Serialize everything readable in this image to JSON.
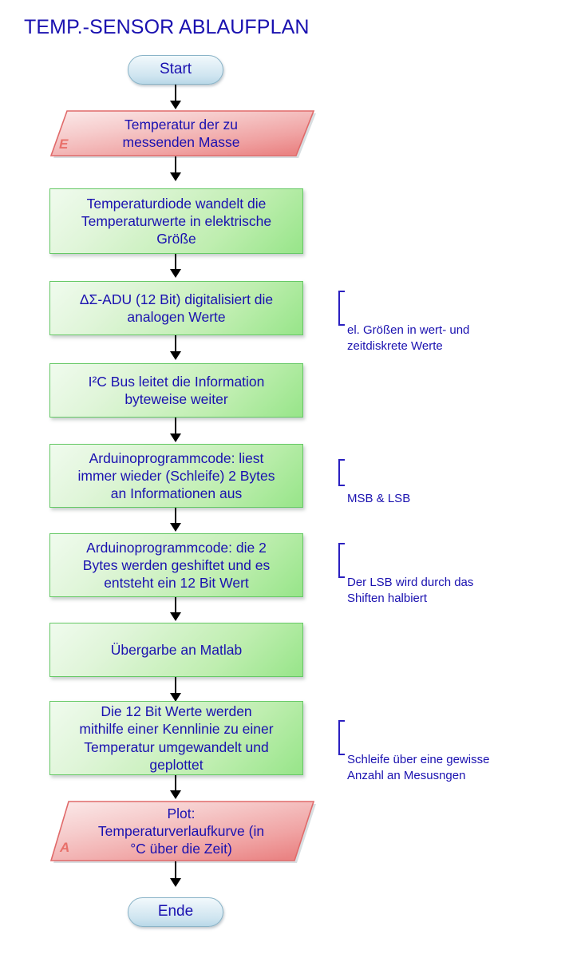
{
  "title": "TEMP.-SENSOR ABLAUFPLAN",
  "colors": {
    "text_blue": "#1a11b0",
    "process_green": "#97e589",
    "io_pink": "#ef8a8a",
    "terminator_blue": "#cfe5f0",
    "marker_red": "#e8706a",
    "connector_black": "#000000"
  },
  "nodes": [
    {
      "id": "start",
      "type": "terminator",
      "label": "Start"
    },
    {
      "id": "input",
      "type": "io",
      "label": "Temperatur der zu\nmessenden Masse",
      "marker": "E"
    },
    {
      "id": "diode",
      "type": "process",
      "label": "Temperaturdiode wandelt die\nTemperaturwerte in elektrische\nGröße"
    },
    {
      "id": "adu",
      "type": "process",
      "label": "ΔΣ-ADU (12 Bit) digitalisiert die\nanalogen Werte"
    },
    {
      "id": "i2c",
      "type": "process",
      "label": "I²C Bus leitet die Information\nbyteweise weiter"
    },
    {
      "id": "read",
      "type": "process",
      "label": "Arduinoprogrammcode: liest\nimmer wieder (Schleife) 2 Bytes\nan Informationen aus"
    },
    {
      "id": "shift",
      "type": "process",
      "label": "Arduinoprogrammcode: die 2\nBytes werden geshiftet und es\nentsteht ein 12 Bit Wert"
    },
    {
      "id": "matlab",
      "type": "process",
      "label": "Übergarbe an Matlab"
    },
    {
      "id": "convert",
      "type": "process",
      "label": "Die 12 Bit Werte werden\nmithilfe einer Kennlinie zu einer\nTemperatur umgewandelt und\ngeplottet"
    },
    {
      "id": "output",
      "type": "io",
      "label": "Plot:\nTemperaturverlaufkurve (in\n°C über die Zeit)",
      "marker": "A"
    },
    {
      "id": "end",
      "type": "terminator",
      "label": "Ende"
    }
  ],
  "annotations": [
    {
      "id": "annot-adu",
      "text": "el. Größen in wert- und\nzeitdiskrete Werte"
    },
    {
      "id": "annot-read",
      "text": "MSB & LSB"
    },
    {
      "id": "annot-shift",
      "text": "Der LSB wird durch das\nShiften halbiert"
    },
    {
      "id": "annot-convert",
      "text": "Schleife über eine gewisse\nAnzahl an Mesusngen"
    }
  ]
}
